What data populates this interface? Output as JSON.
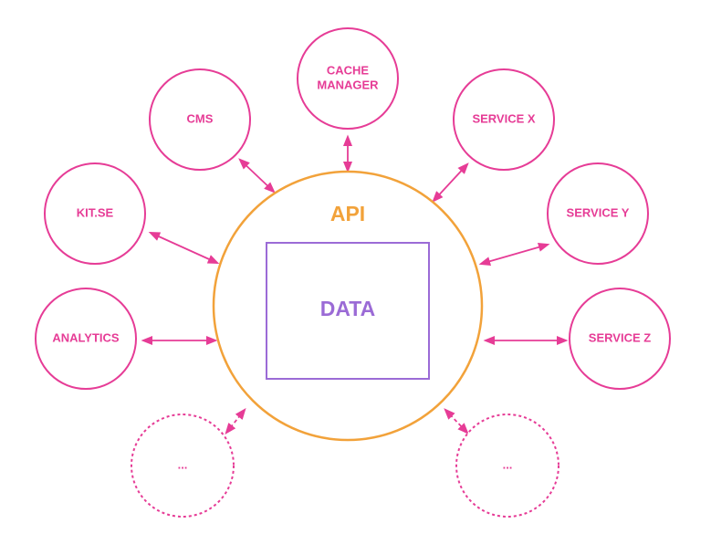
{
  "api": {
    "label": "API"
  },
  "data_store": {
    "label": "DATA"
  },
  "nodes": [
    {
      "id": "cms",
      "lines": [
        "CMS"
      ]
    },
    {
      "id": "cache-manager",
      "lines": [
        "CACHE",
        "MANAGER"
      ]
    },
    {
      "id": "service-x",
      "lines": [
        "SERVICE X"
      ]
    },
    {
      "id": "kit-se",
      "lines": [
        "KIT.SE"
      ]
    },
    {
      "id": "service-y",
      "lines": [
        "SERVICE Y"
      ]
    },
    {
      "id": "analytics",
      "lines": [
        "ANALYTICS"
      ]
    },
    {
      "id": "service-z",
      "lines": [
        "SERVICE Z"
      ]
    },
    {
      "id": "more-left",
      "lines": [
        "..."
      ],
      "placeholder": true
    },
    {
      "id": "more-right",
      "lines": [
        "..."
      ],
      "placeholder": true
    }
  ],
  "colors": {
    "service": "#e63c96",
    "api": "#f2a23a",
    "data": "#9b6bd6"
  }
}
